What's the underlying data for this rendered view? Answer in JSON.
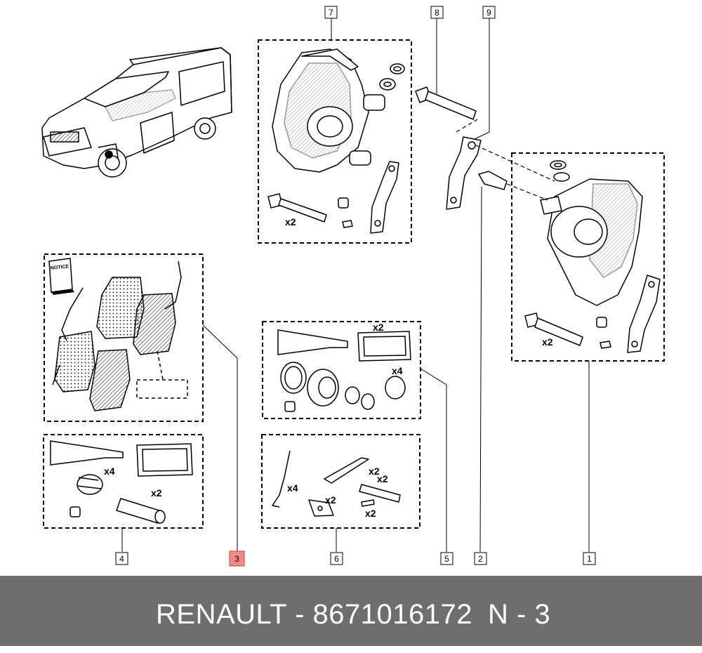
{
  "footer": {
    "part_text": "RENAULT - 8671016172",
    "page_ref": "N - 3"
  },
  "callouts": [
    {
      "id": "c1",
      "label": "1"
    },
    {
      "id": "c2",
      "label": "2"
    },
    {
      "id": "c3",
      "label": "3",
      "highlighted": true
    },
    {
      "id": "c4",
      "label": "4"
    },
    {
      "id": "c5",
      "label": "5"
    },
    {
      "id": "c6",
      "label": "6"
    },
    {
      "id": "c7",
      "label": "7"
    },
    {
      "id": "c8",
      "label": "8"
    },
    {
      "id": "c9",
      "label": "9"
    }
  ],
  "quantity_labels": {
    "q7_bolt": "x2",
    "q1_bolt": "x2",
    "q5_grease": "x2",
    "q5_boot": "x4",
    "q4_boot": "x4",
    "q4_sleeve": "x2",
    "q6_spring": "x4",
    "q6_clip": "x2",
    "q6_pin": "x2",
    "q6_strip": "x2",
    "q6_plate": "x2"
  },
  "booklet_title": "NOTICE",
  "colors": {
    "footer_bg": "#6e6e6e",
    "highlight_fill": "#f28b8b",
    "highlight_stroke": "#d9534f",
    "line": "#000000"
  }
}
